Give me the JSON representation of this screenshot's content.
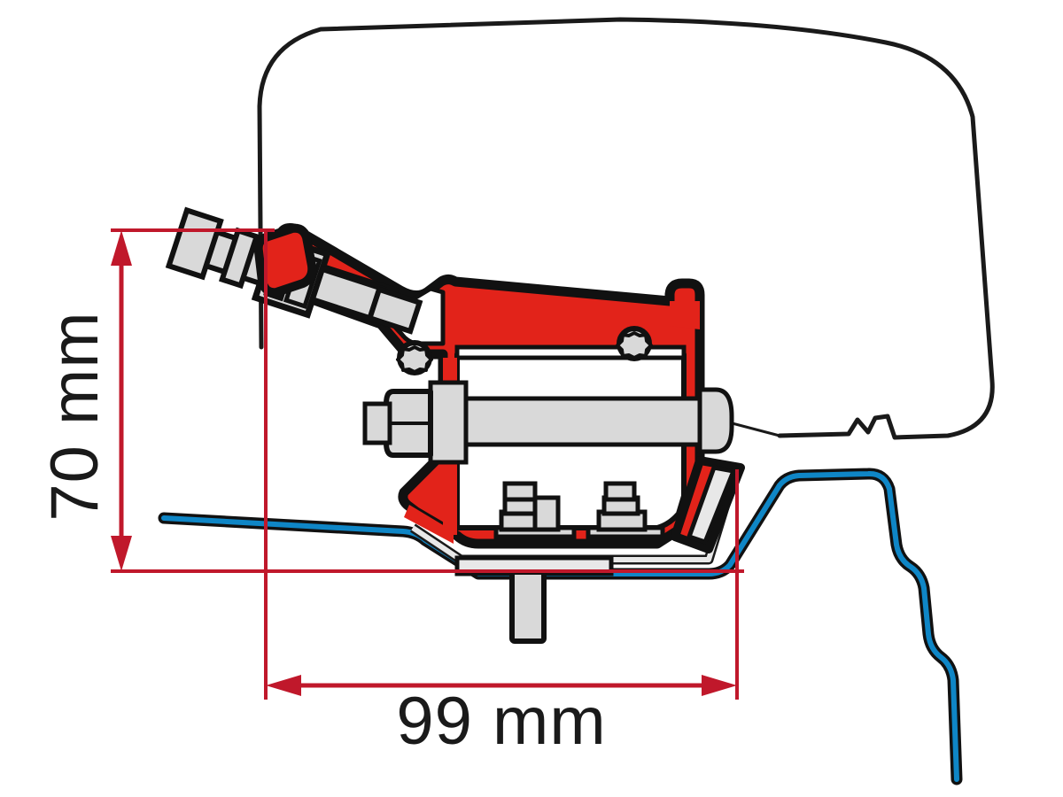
{
  "figure": {
    "kind": "technical-cross-section-drawing",
    "subject": "Awning roof-rail adapter bracket mounted on vehicle roof profile",
    "background_color": "#FFFFFF"
  },
  "dimensions": {
    "vertical": {
      "label": "70 mm",
      "value": 70,
      "unit": "mm",
      "orientation": "vertical",
      "text_rotation_deg": -90,
      "color": "#C0182B"
    },
    "horizontal": {
      "label": "99 mm",
      "value": 99,
      "unit": "mm",
      "orientation": "horizontal",
      "text_rotation_deg": 0,
      "color": "#C0182B"
    }
  },
  "palette": {
    "dimension_red": "#C0182B",
    "bracket_red": "#E2231A",
    "rail_blue": "#0F86C6",
    "metal_grey": "#D9D9D9",
    "metal_grey_light": "#E8E8E8",
    "outline_black": "#1A1A1A",
    "vehicle_outline": "#1A1A1A",
    "white": "#FFFFFF"
  },
  "components": [
    {
      "id": "vehicle-body",
      "name": "Vehicle body panel outline",
      "color": "#1A1A1A",
      "fill": "none"
    },
    {
      "id": "roof-rail",
      "name": "Roof rail / gutter profile",
      "color": "#0F86C6"
    },
    {
      "id": "adapter-bracket",
      "name": "Red adapter bracket profile",
      "color": "#E2231A"
    },
    {
      "id": "clamp-bolt-assembly",
      "name": "Angled clamp bolt assembly",
      "color": "#D9D9D9"
    },
    {
      "id": "shaft-bolt",
      "name": "Horizontal shaft with hex nut",
      "color": "#D9D9D9"
    },
    {
      "id": "floor-bolt-left",
      "name": "Left mounting bolt and nut",
      "color": "#D9D9D9"
    },
    {
      "id": "floor-bolt-right",
      "name": "Right mounting bolt and nut",
      "color": "#D9D9D9"
    },
    {
      "id": "torx-screw-left",
      "name": "Left torx screw head",
      "color": "#D9D9D9"
    },
    {
      "id": "torx-screw-right",
      "name": "Right torx screw head",
      "color": "#D9D9D9"
    },
    {
      "id": "drop-pin",
      "name": "Vertical drop pin below bracket",
      "color": "#D9D9D9"
    }
  ]
}
